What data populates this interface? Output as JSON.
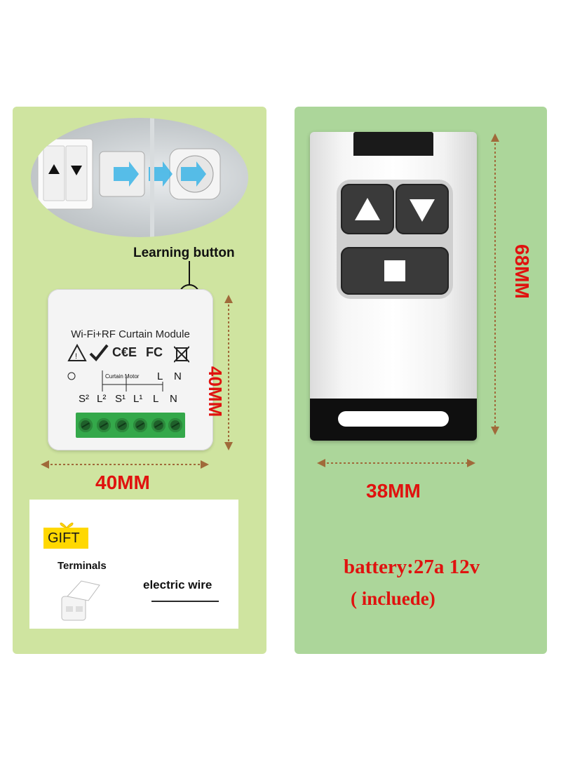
{
  "left": {
    "learning_button_label": "Learning button",
    "module_title": "Wi-Fi+RF Curtain Module",
    "certifications": [
      "C€E",
      "FC"
    ],
    "curtain_motor_label": "Curtain Motor",
    "terminal_labels": [
      "S²",
      "L²",
      "S¹",
      "L¹",
      "L",
      "N"
    ],
    "upper_terminal_labels": [
      "L",
      "N"
    ],
    "dim_height": "40MM",
    "dim_width": "40MM",
    "gift": {
      "tag": "GIFT",
      "terminals_label": "Terminals",
      "wire_label": "electric wire"
    }
  },
  "right": {
    "dim_height": "68MM",
    "dim_width": "38MM",
    "battery_line1": "battery:27a 12v",
    "battery_line2": "( incluede)"
  },
  "colors": {
    "left_panel": "#cfe4a0",
    "right_panel": "#acd69a",
    "dimension_text": "#e0120f",
    "arrow": "#a06a3a"
  },
  "icons": [
    "up-arrow-icon",
    "down-arrow-icon",
    "stop-square-icon",
    "gift-bow-icon"
  ]
}
